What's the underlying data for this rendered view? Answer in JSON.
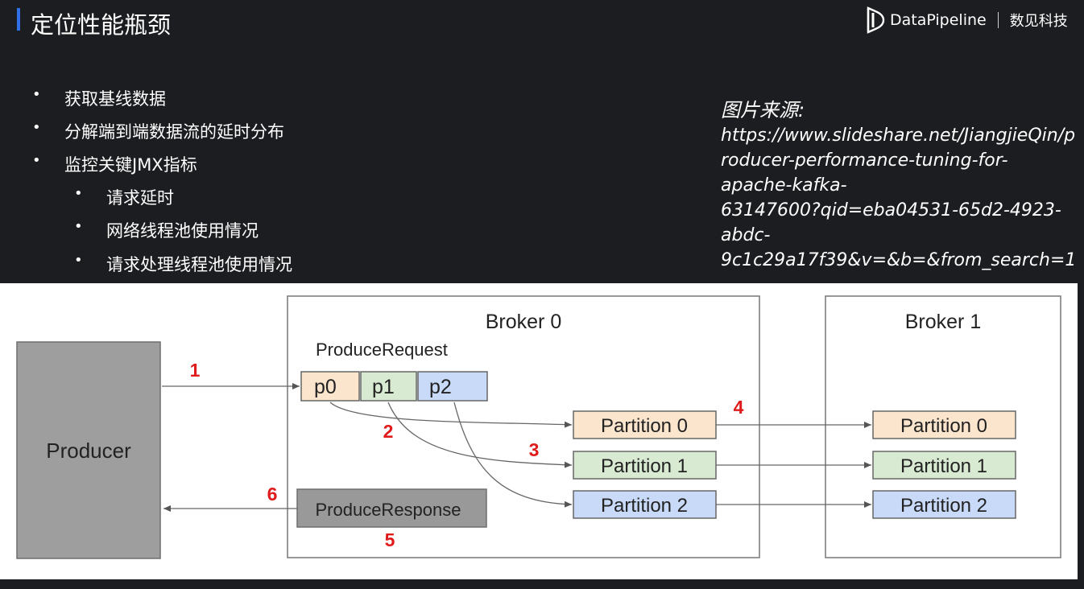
{
  "header": {
    "title": "定位性能瓶颈",
    "brand_name": "DataPipeline",
    "brand_cn": "数见科技",
    "accent_color": "#2f6fe8",
    "logo_icon": "datapipeline-logo-icon"
  },
  "bullets": [
    {
      "level": 1,
      "text": "获取基线数据"
    },
    {
      "level": 1,
      "text": "分解端到端数据流的延时分布"
    },
    {
      "level": 1,
      "text": "监控关键JMX指标"
    },
    {
      "level": 2,
      "text": "请求延时"
    },
    {
      "level": 2,
      "text": "网络线程池使用情况"
    },
    {
      "level": 2,
      "text": "请求处理线程池使用情况"
    }
  ],
  "source": {
    "label": "图片来源:",
    "lines": [
      "https://www.slideshare.net/JiangjieQin/p",
      "roducer-performance-tuning-for-",
      "apache-kafka-",
      "63147600?qid=eba04531-65d2-4923-",
      "abdc-",
      "9c1c29a17f39&v=&b=&from_search=1"
    ]
  },
  "diagram": {
    "producer": "Producer",
    "broker0": "Broker 0",
    "broker1": "Broker 1",
    "produce_request": "ProduceRequest",
    "produce_response": "ProduceResponse",
    "request_partitions": [
      "p0",
      "p1",
      "p2"
    ],
    "partitions": [
      "Partition 0",
      "Partition 1",
      "Partition 2"
    ],
    "step_numbers": [
      "1",
      "2",
      "3",
      "4",
      "5",
      "6"
    ],
    "colors": {
      "p0": "#fce5cd",
      "p1": "#d9ead3",
      "p2": "#c9daf8",
      "producer": "#9e9e9e",
      "response": "#999999",
      "step": "#e01b1b"
    }
  }
}
